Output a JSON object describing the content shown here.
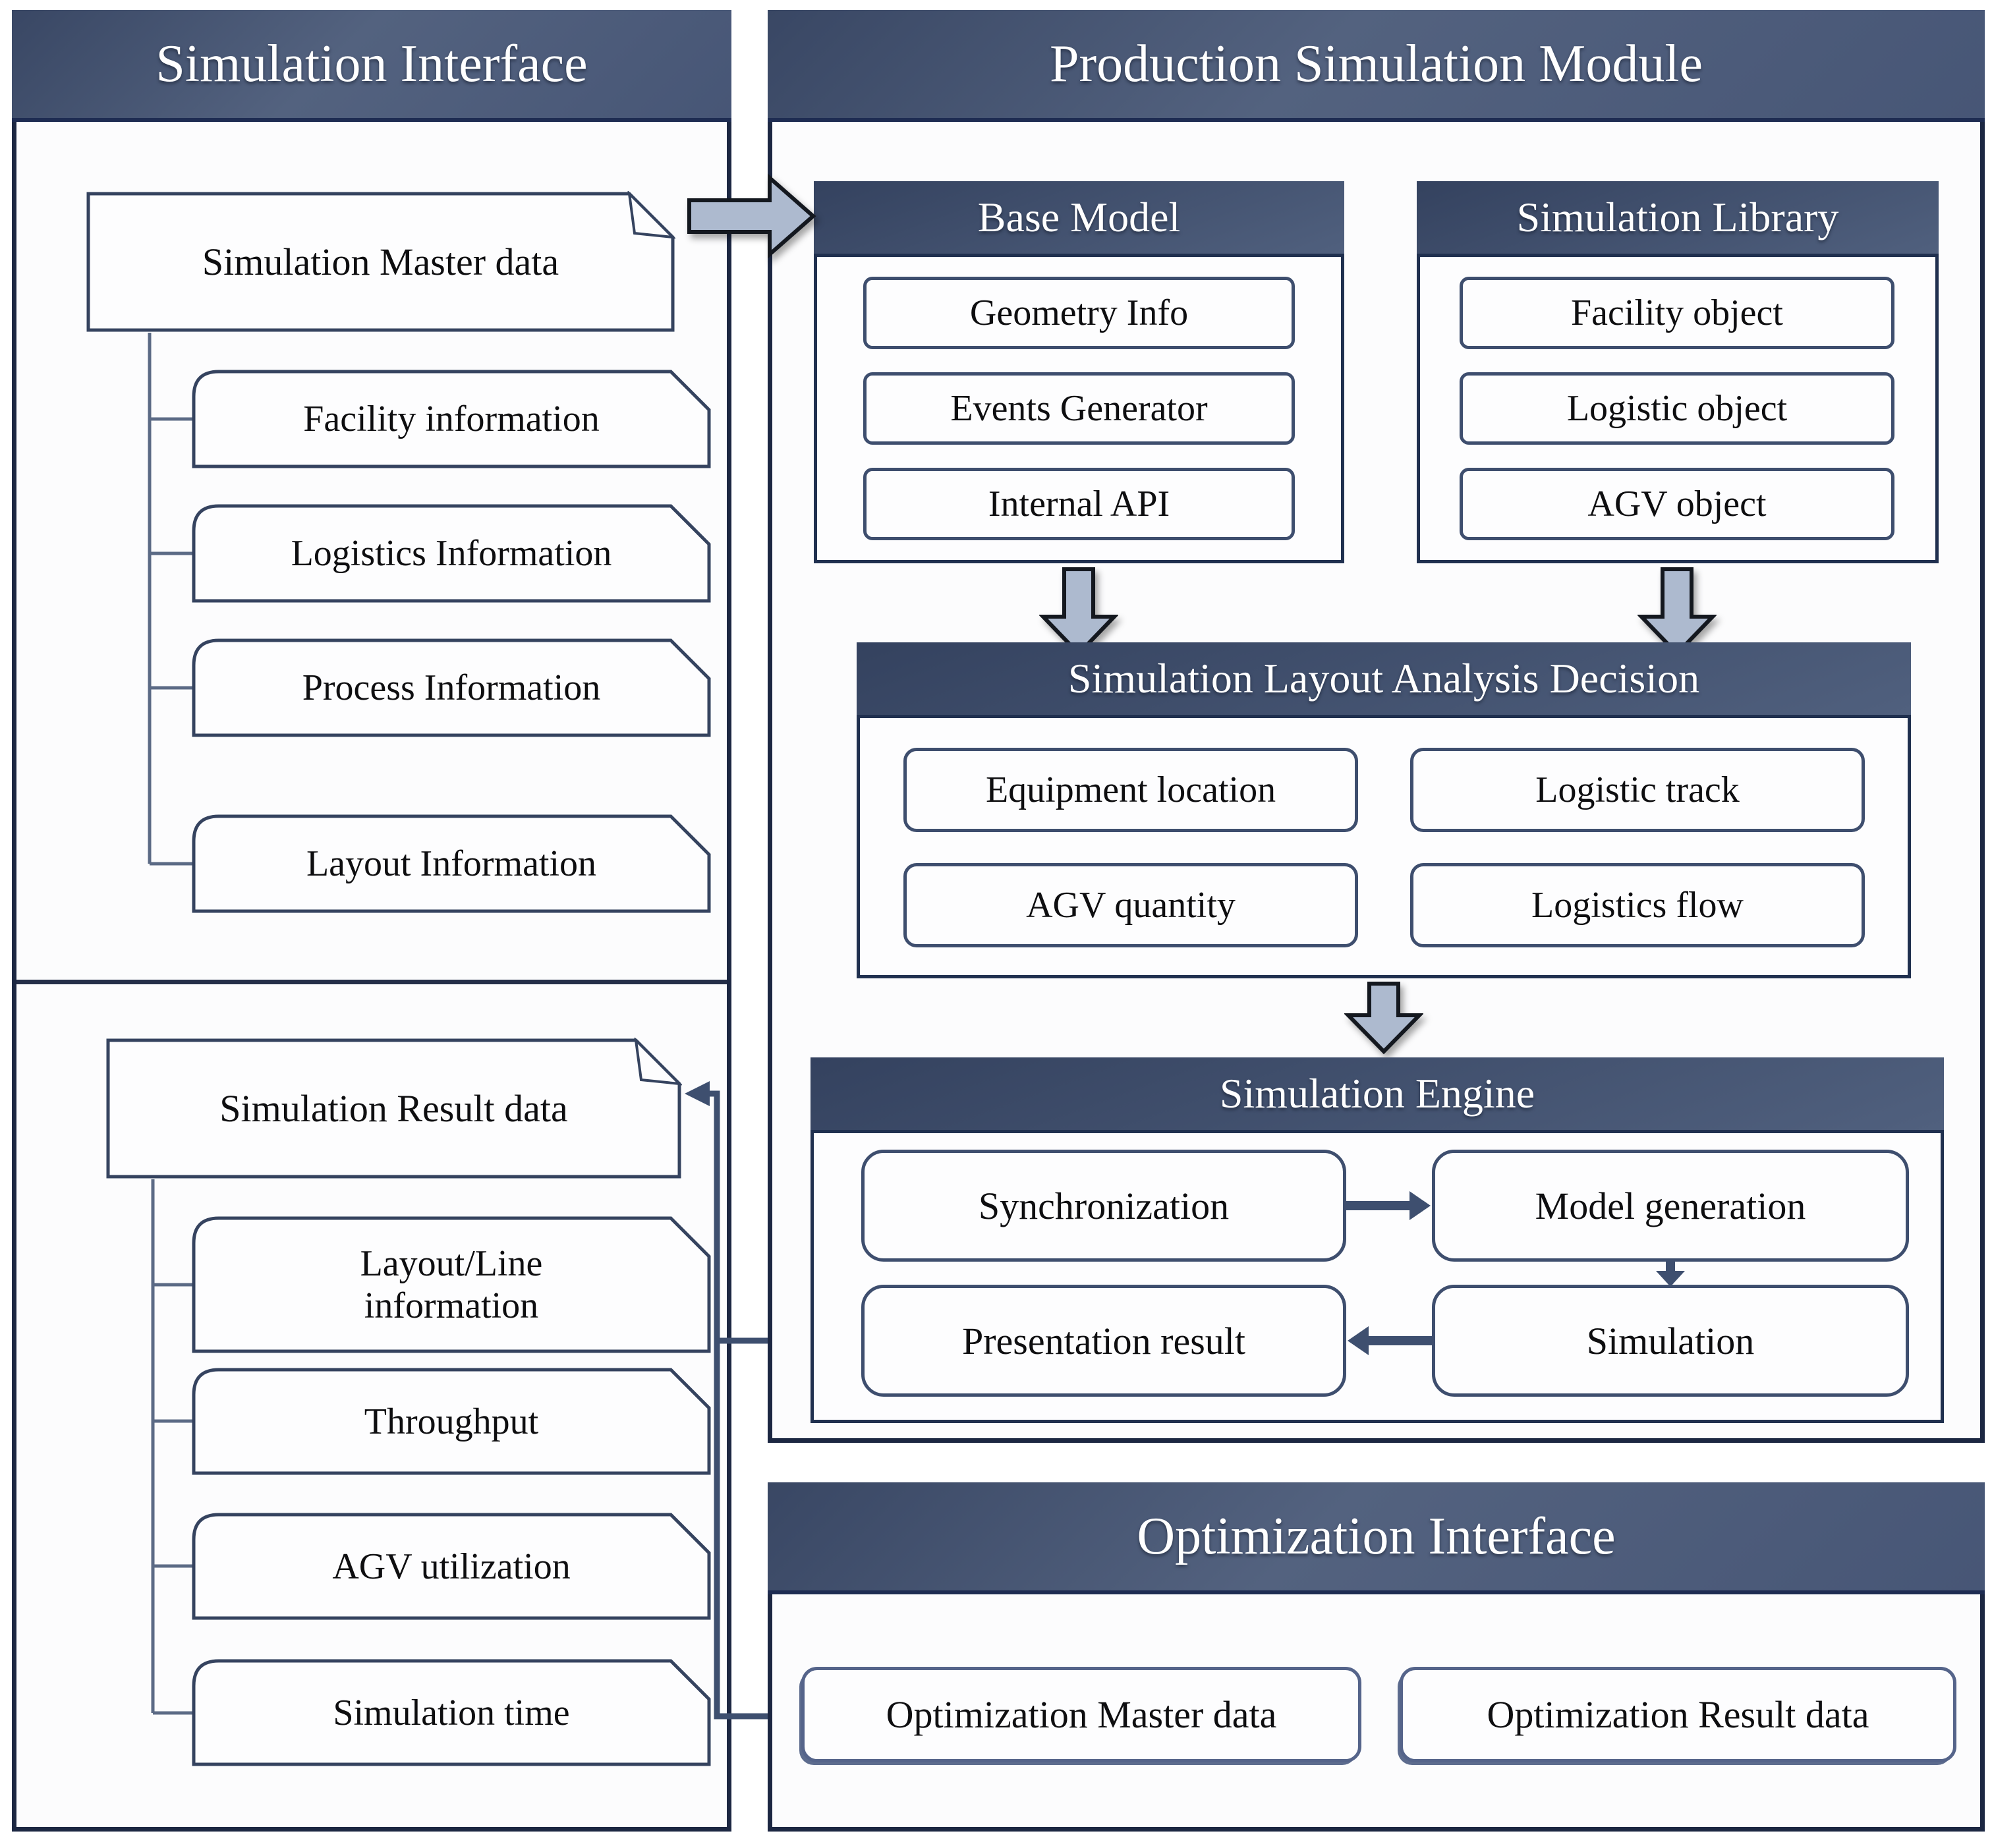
{
  "left": {
    "title": "Simulation Interface",
    "master_label": "Simulation Master data",
    "master_children": [
      "Facility information",
      "Logistics Information",
      "Process Information",
      "Layout Information"
    ],
    "result_label": "Simulation Result data",
    "result_children": [
      "Layout/Line information",
      "Throughput",
      "AGV utilization",
      "Simulation time"
    ]
  },
  "module": {
    "title": "Production Simulation Module",
    "base_model": {
      "title": "Base Model",
      "items": [
        "Geometry Info",
        "Events Generator",
        "Internal API"
      ]
    },
    "library": {
      "title": "Simulation Library",
      "items": [
        "Facility object",
        "Logistic object",
        "AGV object"
      ]
    },
    "decision": {
      "title": "Simulation Layout Analysis Decision",
      "items": [
        "Equipment location",
        "Logistic track",
        "AGV quantity",
        "Logistics flow"
      ]
    },
    "engine": {
      "title": "Simulation Engine",
      "items": [
        "Synchronization",
        "Model generation",
        "Presentation result",
        "Simulation"
      ]
    }
  },
  "optimization": {
    "title": "Optimization Interface",
    "items": [
      "Optimization Master data",
      "Optimization Result data"
    ]
  },
  "icons": {
    "flow_arrow": "block-arrow",
    "doc_fold": "folded-corner"
  },
  "colors": {
    "panel_border": "#1c2742",
    "header_fill": "#4d5c7a",
    "box_border": "#3e4e6e",
    "block_arrow_fill": "#adbacf",
    "connector": "#3e4f6f",
    "background": "#ffffff"
  }
}
